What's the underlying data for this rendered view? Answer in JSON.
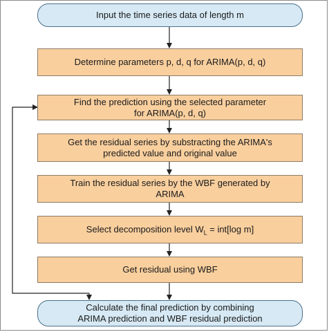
{
  "flowchart": {
    "steps": [
      {
        "id": "input",
        "kind": "terminal",
        "text": "Input the time series data of length m"
      },
      {
        "id": "determine",
        "kind": "process",
        "text": "Determine parameters p, d, q for ARIMA(p, d, q)"
      },
      {
        "id": "predict",
        "kind": "process",
        "line1": "Find the prediction using the selected parameter",
        "line2": "for ARIMA(p, d, q)"
      },
      {
        "id": "residual",
        "kind": "process",
        "line1": "Get the residual series by substracting the ARIMA's",
        "line2": "predicted value and original value"
      },
      {
        "id": "train",
        "kind": "process",
        "line1": "Train the residual series by the WBF generated by",
        "line2": "ARIMA"
      },
      {
        "id": "decompose",
        "kind": "process",
        "text_prefix": "Select decomposition level W",
        "subscript": "L",
        "text_suffix": " = int[log m]"
      },
      {
        "id": "wbf",
        "kind": "process",
        "text": "Get residual using WBF"
      },
      {
        "id": "final",
        "kind": "terminal",
        "line1": "Calculate the final prediction by combining",
        "line2": "ARIMA prediction and WBF residual prediction"
      }
    ]
  },
  "colors": {
    "process_fill": "#f9cf9e",
    "terminal_fill": "#d6e9f4",
    "connector": "#222222"
  }
}
